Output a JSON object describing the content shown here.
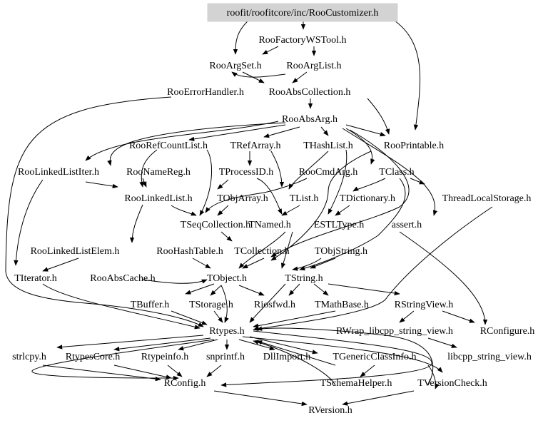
{
  "diagram": {
    "root": "roofit/roofitcore/inc/RooCustomizer.h",
    "colors": {
      "root_fill": "#d3d3d3",
      "line": "#000000",
      "text": "#000000",
      "background": "#ffffff"
    },
    "nodes": [
      "roofit/roofitcore/inc/RooCustomizer.h",
      "RooFactoryWSTool.h",
      "RooArgSet.h",
      "RooArgList.h",
      "RooErrorHandler.h",
      "RooAbsCollection.h",
      "RooAbsArg.h",
      "RooRefCountList.h",
      "TRefArray.h",
      "THashList.h",
      "RooPrintable.h",
      "RooLinkedListIter.h",
      "RooNameReg.h",
      "TProcessID.h",
      "RooCmdArg.h",
      "TClass.h",
      "RooLinkedList.h",
      "TObjArray.h",
      "TList.h",
      "TDictionary.h",
      "ThreadLocalStorage.h",
      "TSeqCollection.h",
      "TNamed.h",
      "ESTLType.h",
      "assert.h",
      "RooLinkedListElem.h",
      "RooHashTable.h",
      "TCollection.h",
      "TObjString.h",
      "TIterator.h",
      "RooAbsCache.h",
      "TObject.h",
      "TString.h",
      "TBuffer.h",
      "TStorage.h",
      "Riosfwd.h",
      "TMathBase.h",
      "RStringView.h",
      "Rtypes.h",
      "RWrap_libcpp_string_view.h",
      "RConfigure.h",
      "strlcpy.h",
      "RtypesCore.h",
      "Rtypeinfo.h",
      "snprintf.h",
      "DllImport.h",
      "TGenericClassInfo.h",
      "libcpp_string_view.h",
      "RConfig.h",
      "TSchemaHelper.h",
      "TVersionCheck.h",
      "RVersion.h"
    ]
  }
}
